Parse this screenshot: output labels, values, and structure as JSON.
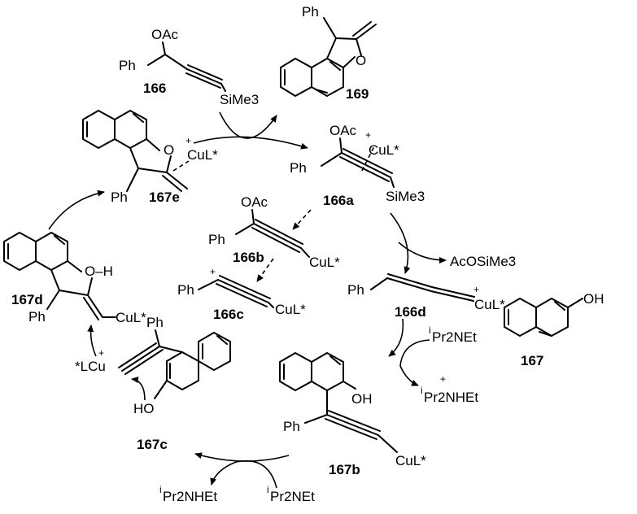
{
  "labels": {
    "c166_oac": "OAc",
    "c166_ph": "Ph",
    "c166_sime3": "SiMe3",
    "c169_ph": "Ph",
    "c169_o": "O",
    "c167e_o": "O",
    "c167e_cul": "CuL*",
    "c167e_ph": "Ph",
    "c166a_oac": "OAc",
    "c166a_cul": "CuL*",
    "c166a_ph": "Ph",
    "c166a_sime3": "SiMe3",
    "c166b_oac": "OAc",
    "c166b_ph": "Ph",
    "c166b_cul": "CuL*",
    "c166c_ph": "Ph",
    "c166c_cul": "CuL*",
    "acosime3": "AcOSiMe3",
    "c166d_ph": "Ph",
    "c166d_cul": "CuL*",
    "c167d_oh": "O–H",
    "c167d_ph": "Ph",
    "c167d_cul": "CuL*",
    "base1": "Pr2NEt",
    "base1_i": "i",
    "c167_oh": "OH",
    "c167b_oh": "OH",
    "c167b_ph": "Ph",
    "c167b_cul": "CuL*",
    "baseh1": "Pr2NHEt",
    "baseh1_i": "i",
    "c167c_lcu": "*LCu",
    "c167c_ph": "Ph",
    "c167c_ho": "HO",
    "baseh2": "Pr2NHEt",
    "baseh2_i": "i",
    "base2": "Pr2NEt",
    "base2_i": "i",
    "plus": "+"
  },
  "compounds": {
    "n166": "166",
    "n169": "169",
    "n167e": "167e",
    "n166a": "166a",
    "n166b": "166b",
    "n166c": "166c",
    "n166d": "166d",
    "n167d": "167d",
    "n167": "167",
    "n167b": "167b",
    "n167c": "167c"
  }
}
